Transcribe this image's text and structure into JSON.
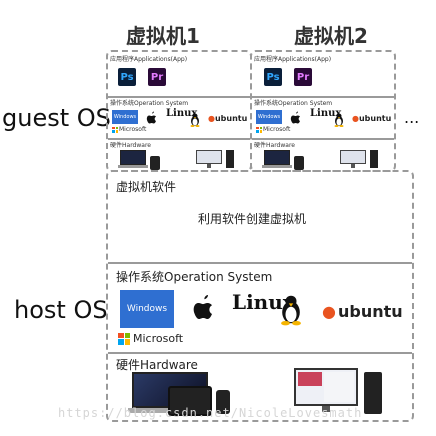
{
  "vm1_title": "虚拟机1",
  "vm2_title": "虚拟机2",
  "guest_os_label": "guest OS",
  "host_os_label": "host OS",
  "ellipsis": "...",
  "vm": {
    "apps_label": "应用程序Applications(App)",
    "os_label": "操作系统Operation System",
    "hw_label": "硬件Hardware",
    "ps": "Ps",
    "pr": "Pr",
    "windows_label": "Windows",
    "microsoft_label": "Microsoft",
    "linux_label": "Linux",
    "ubuntu_label": "ubuntu"
  },
  "virt": {
    "title": "虚拟机软件",
    "desc": "利用软件创建虚拟机"
  },
  "host_os": {
    "title": "操作系统Operation System",
    "windows_label": "Windows",
    "microsoft_label": "Microsoft",
    "linux_label": "Linux",
    "ubuntu_label": "ubuntu"
  },
  "hardware": {
    "title": "硬件Hardware"
  },
  "watermark": "https://blog.csdn.net/NicoleLovesmath"
}
